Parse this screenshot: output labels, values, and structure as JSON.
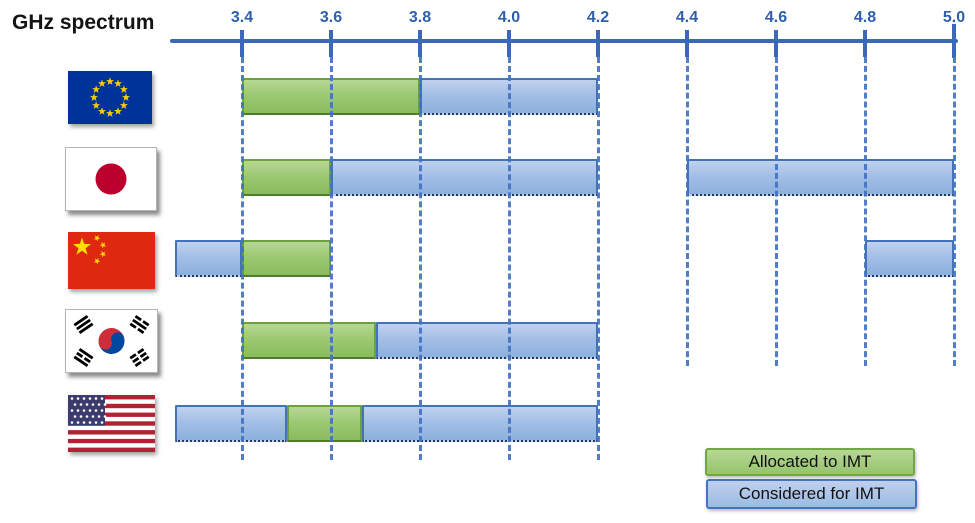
{
  "title": "GHz spectrum",
  "colors": {
    "axis_blue": "#3c69b7",
    "tick_label_blue": "#2e5fae",
    "gridline_blue": "#4472c4",
    "allocated_green": "#9cc973",
    "allocated_border": "#6ba23d",
    "considered_blue": "#a3bfe6",
    "considered_border": "#4272b8",
    "title_color": "#141414"
  },
  "legend": [
    {
      "type": "allocated",
      "label": "Allocated to IMT"
    },
    {
      "type": "considered",
      "label": "Considered for IMT"
    }
  ],
  "chart_data": {
    "type": "bar",
    "orientation": "horizontal-range",
    "unit": "GHz",
    "title": "GHz spectrum",
    "axis": {
      "min": 3.25,
      "max": 5.0,
      "tick_values": [
        3.4,
        3.6,
        3.8,
        4.0,
        4.2,
        4.4,
        4.6,
        4.8,
        5.0
      ],
      "tick_labels": [
        "3.4",
        "3.6",
        "3.8",
        "4.0",
        "4.2",
        "4.4",
        "4.6",
        "4.8",
        "5.0"
      ],
      "grid": "dashed-vertical",
      "position": "top"
    },
    "rows": [
      {
        "country": "European Union",
        "flag": "eu",
        "segments": [
          {
            "type": "allocated",
            "from": 3.4,
            "to": 3.8
          },
          {
            "type": "considered",
            "from": 3.8,
            "to": 4.2
          }
        ]
      },
      {
        "country": "Japan",
        "flag": "japan",
        "segments": [
          {
            "type": "allocated",
            "from": 3.4,
            "to": 3.6
          },
          {
            "type": "considered",
            "from": 3.6,
            "to": 4.2
          },
          {
            "type": "considered",
            "from": 4.4,
            "to": 5.0
          }
        ]
      },
      {
        "country": "China",
        "flag": "china",
        "segments": [
          {
            "type": "considered",
            "from": 3.25,
            "to": 3.4
          },
          {
            "type": "allocated",
            "from": 3.4,
            "to": 3.6
          },
          {
            "type": "considered",
            "from": 4.8,
            "to": 5.0
          }
        ]
      },
      {
        "country": "South Korea",
        "flag": "south-korea",
        "segments": [
          {
            "type": "allocated",
            "from": 3.4,
            "to": 3.7
          },
          {
            "type": "considered",
            "from": 3.7,
            "to": 4.2
          }
        ]
      },
      {
        "country": "United States",
        "flag": "usa",
        "segments": [
          {
            "type": "considered",
            "from": 3.25,
            "to": 3.5
          },
          {
            "type": "allocated",
            "from": 3.5,
            "to": 3.67
          },
          {
            "type": "considered",
            "from": 3.67,
            "to": 4.2
          }
        ]
      }
    ],
    "legend_position": "bottom-right"
  }
}
